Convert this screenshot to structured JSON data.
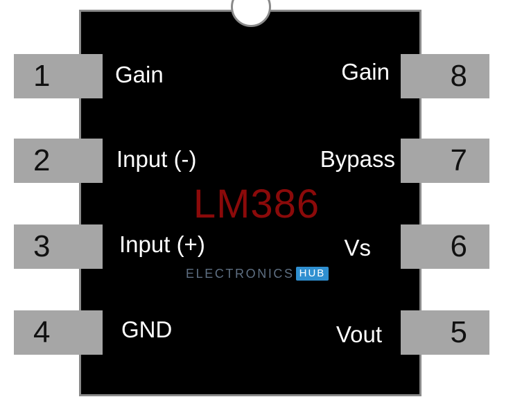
{
  "chip": {
    "name": "LM386",
    "name_color": "#8b0a0a",
    "body_color": "#000000",
    "pin_color": "#a6a6a6"
  },
  "pins": {
    "p1": {
      "number": "1",
      "label": "Gain"
    },
    "p2": {
      "number": "2",
      "label": "Input (-)"
    },
    "p3": {
      "number": "3",
      "label": "Input (+)"
    },
    "p4": {
      "number": "4",
      "label": "GND"
    },
    "p5": {
      "number": "5",
      "label": "Vout"
    },
    "p6": {
      "number": "6",
      "label": "Vs"
    },
    "p7": {
      "number": "7",
      "label": "Bypass"
    },
    "p8": {
      "number": "8",
      "label": "Gain"
    }
  },
  "watermark": {
    "text": "ELECTRONICS",
    "badge": "HUB"
  }
}
